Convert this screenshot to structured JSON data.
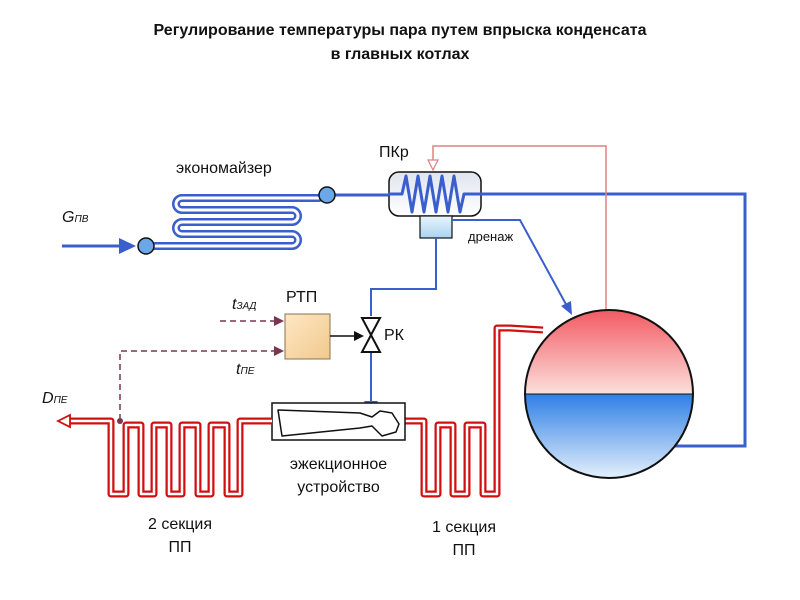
{
  "title": {
    "line1": "Регулирование температуры пара путем впрыска конденсата",
    "line2": "в главных котлах"
  },
  "labels": {
    "economizer": "экономайзер",
    "pkr": "ПКр",
    "drain": "дренаж",
    "g_main": "G",
    "g_sub": "ПВ",
    "t_set_main": "t",
    "t_set_sub": "ЗАД",
    "rtp": "РТП",
    "rk": "РК",
    "t_pe_main": "t",
    "t_pe_sub": "ПЕ",
    "d_main": "D",
    "d_sub": "ПЕ",
    "ejector_line1": "эжекционное",
    "ejector_line2": "устройство",
    "section2_line1": "2 секция",
    "section2_line2": "ПП",
    "section1_line1": "1 секция",
    "section1_line2": "ПП"
  },
  "colors": {
    "water_line": "#3a5fcd",
    "steam_line": "#d01010",
    "signal_line": "#7a3550",
    "pressure_line": "#e08080",
    "rtp_fill": "#f6d7a8",
    "drain_tank_fill": "#cfe8f8"
  }
}
